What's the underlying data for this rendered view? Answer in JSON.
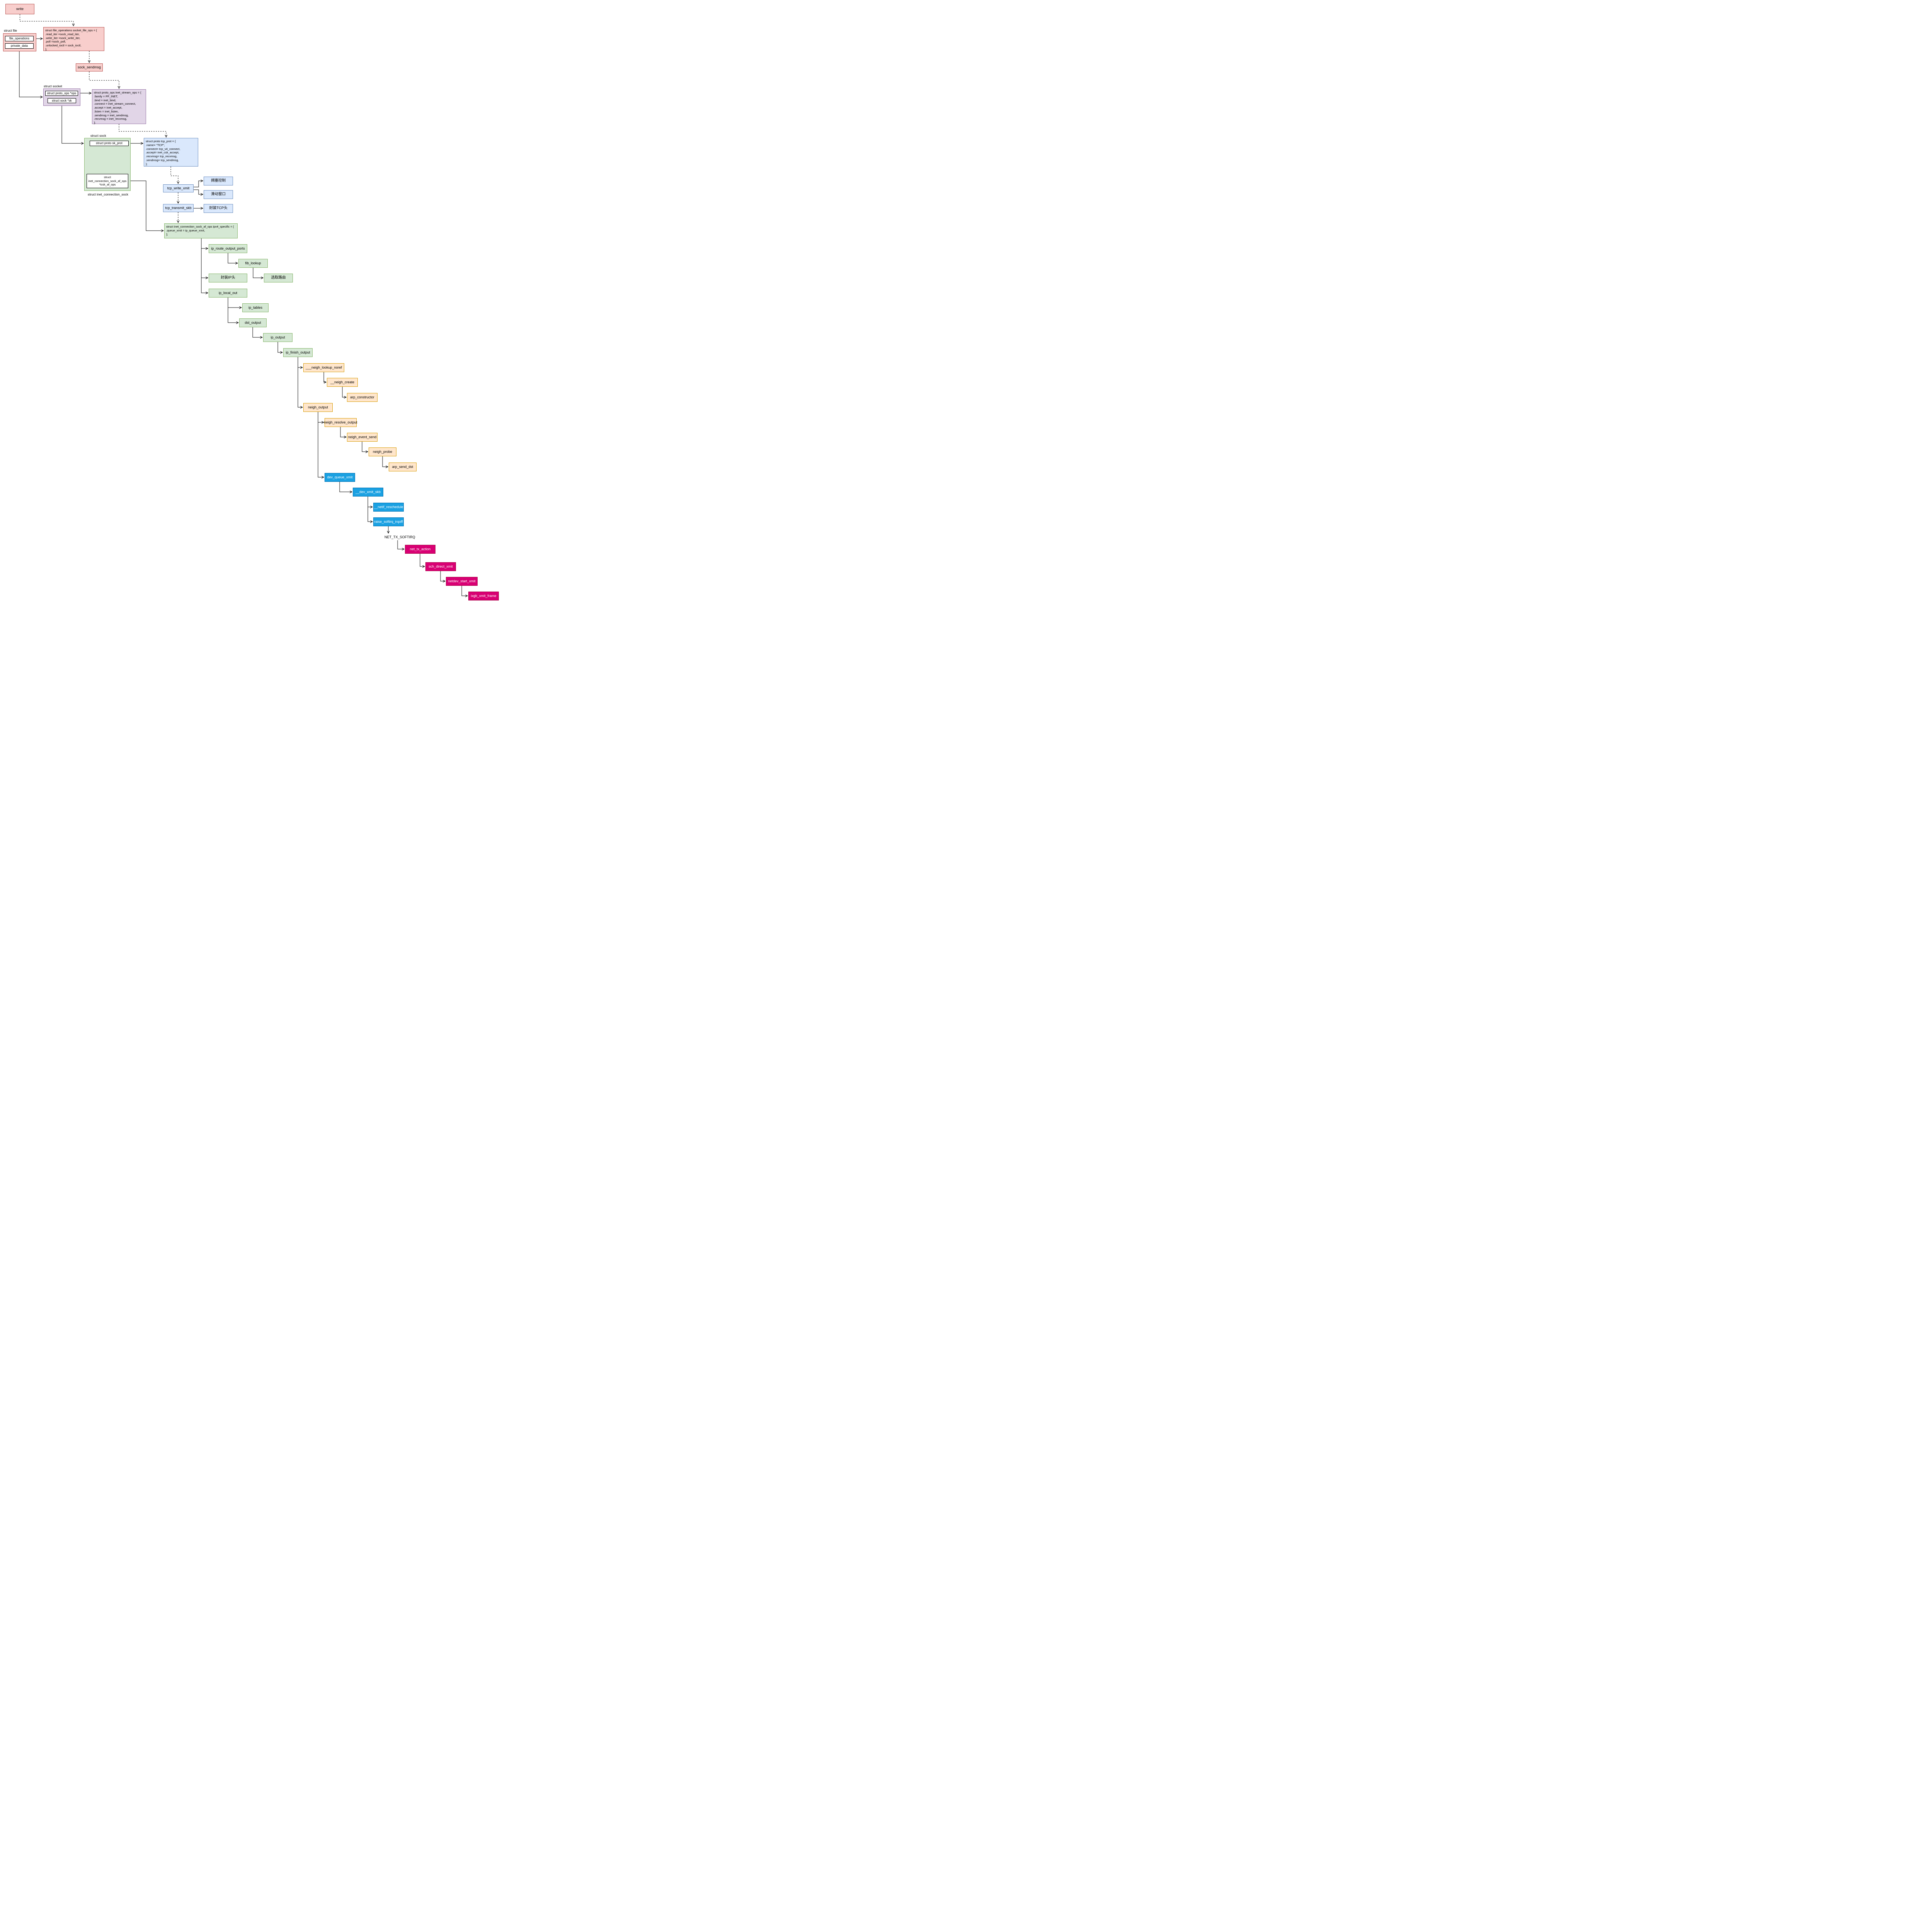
{
  "nodes": {
    "write": {
      "label": "write"
    },
    "struct_file": {
      "title": "struct file",
      "fields": [
        "file_operations",
        "private_data"
      ]
    },
    "socket_file_ops": {
      "code": "struct file_operations socket_file_ops = {\n.read_iter =sock_read_iter,\n.write_iter =sock_write_iter,\n.poll =sock_poll,\n.unlocked_ioctl = sock_ioctl,\n};"
    },
    "sock_sendmsg": {
      "label": "sock_sendmsg"
    },
    "struct_socket": {
      "title": "struct socket",
      "fields": [
        "struct proto_ops *ops",
        "struct sock *sk"
      ]
    },
    "inet_stream_ops": {
      "code": "struct proto_ops inet_stream_ops = {\n.family   = PF_INET,\n.bind   = inet_bind,\n.connect   = inet_stream_connect,\n.accept   = inet_accept,\n.listen   = inet_listen,\n.sendmsg   = inet_sendmsg,\n.recvmsg   = inet_recvmsg,\n};"
    },
    "struct_sock": {
      "title": "struct sock",
      "sk_prot": "struct proto sk_prot",
      "icsk_af_ops": "struct\ninet_connection_sock_af_ops\n*icsk_af_ops",
      "footer": "struct inet_connection_sock"
    },
    "tcp_prot": {
      "code": "struct proto tcp_prot = {\n.name= \"TCP\",\n.connect= tcp_v4_connect,\n.accept= inet_csk_accept,\n.recvmsg= tcp_recvmsg,\n.sendmsg= tcp_sendmsg,\n};"
    },
    "tcp_write_xmit": {
      "label": "tcp_write_xmit"
    },
    "congestion_control": {
      "label": "拥塞控制"
    },
    "sliding_window": {
      "label": "滑动窗口"
    },
    "tcp_transmit_skb": {
      "label": "tcp_transmit_skb"
    },
    "encap_tcp_header": {
      "label": "封装TCP头"
    },
    "ipv4_specific": {
      "code": "struct inet_connection_sock_af_ops ipv4_specific = {\n   .queue_xmit       = ip_queue_xmit,\n};"
    },
    "ip_route_output_ports": {
      "label": "ip_route_output_ports"
    },
    "fib_lookup": {
      "label": "fib_lookup"
    },
    "encap_ip_header": {
      "label": "封装IP头"
    },
    "select_route": {
      "label": "选取路由"
    },
    "ip_local_out": {
      "label": "ip_local_out"
    },
    "ip_tables": {
      "label": "ip_tables"
    },
    "dst_output": {
      "label": "dst_output"
    },
    "ip_output": {
      "label": "ip_output"
    },
    "ip_finish_output": {
      "label": "ip_finish_output"
    },
    "neigh_lookup_noref": {
      "label": "___neigh_lookup_noref"
    },
    "neigh_create": {
      "label": "__neigh_create"
    },
    "arp_constructor": {
      "label": "arp_constructor"
    },
    "neigh_output": {
      "label": "neigh_output"
    },
    "neigh_resolve_output": {
      "label": "neigh_resolve_output"
    },
    "neigh_event_send": {
      "label": "neigh_event_send"
    },
    "neigh_probe": {
      "label": "neigh_probe"
    },
    "arp_send_dst": {
      "label": "arp_send_dst"
    },
    "dev_queue_xmit": {
      "label": "dev_queue_xmit"
    },
    "dev_xmit_skb": {
      "label": "__dev_xmit_skb"
    },
    "netif_reschedule": {
      "label": "__netif_reschedule"
    },
    "raise_softirq_irqoff": {
      "label": "raise_softirq_irqoff"
    },
    "net_tx_softirq": {
      "label": "NET_TX_SOFTIRQ"
    },
    "net_tx_action": {
      "label": "net_tx_action"
    },
    "sch_direct_xmit": {
      "label": "sch_direct_xmit"
    },
    "netdev_start_xmit": {
      "label": "netdev_start_xmit"
    },
    "ixgb_xmit_frame": {
      "label": "ixgb_xmit_frame"
    }
  },
  "colors": {
    "pink_fill": "#f8cecc",
    "pink_stroke": "#b85450",
    "purple_fill": "#e1d5e7",
    "purple_stroke": "#9673a6",
    "green_fill": "#d5e8d4",
    "green_stroke": "#82b366",
    "blue_fill": "#dae8fc",
    "blue_stroke": "#6c8ebf",
    "orange_fill": "#ffe6cc",
    "orange_stroke": "#d79b00",
    "bright_blue_fill": "#1ba1e2",
    "bright_blue_stroke": "#006eaf",
    "magenta_fill": "#d80073",
    "magenta_stroke": "#a50040",
    "edge": "#000000"
  }
}
